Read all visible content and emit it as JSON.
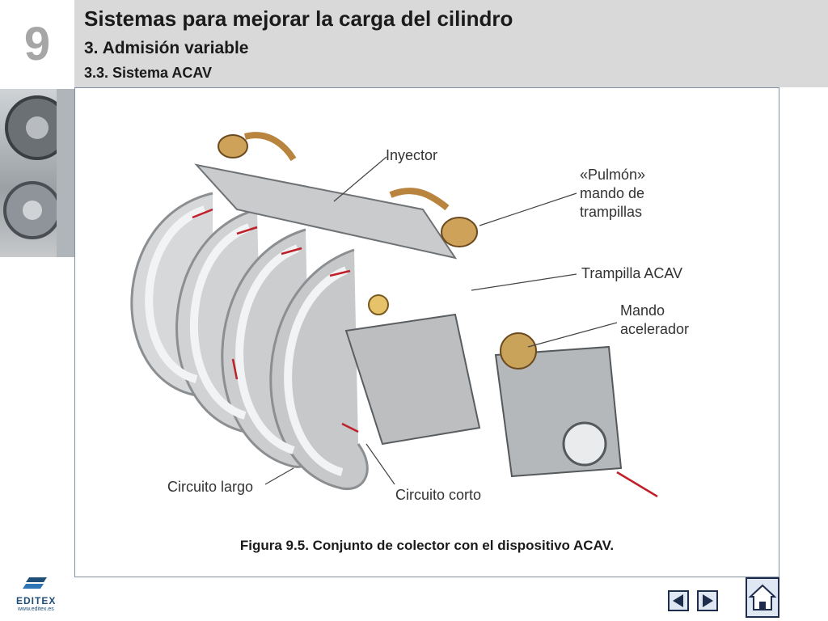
{
  "header": {
    "chapter_number": "9",
    "title": "Sistemas para mejorar la carga del cilindro",
    "subtitle": "3. Admisión variable",
    "section": "3.3. Sistema ACAV"
  },
  "figure": {
    "caption": "Figura 9.5. Conjunto de colector con el dispositivo ACAV.",
    "labels": {
      "inyector": "Inyector",
      "pulmon": "«Pulmón»\nmando de\ntrampillas",
      "trampilla": "Trampilla ACAV",
      "mando_acelerador": "Mando\nacelerador",
      "circuito_largo": "Circuito largo",
      "circuito_corto": "Circuito corto"
    }
  },
  "footer": {
    "logo_text": "EDITEX",
    "logo_url": "www.editex.es"
  },
  "colors": {
    "header_band": "#d9d9d9",
    "chapter_number": "#a6a6a6",
    "arrow_red": "#c0202a",
    "nav_border": "#1f2d4d"
  }
}
